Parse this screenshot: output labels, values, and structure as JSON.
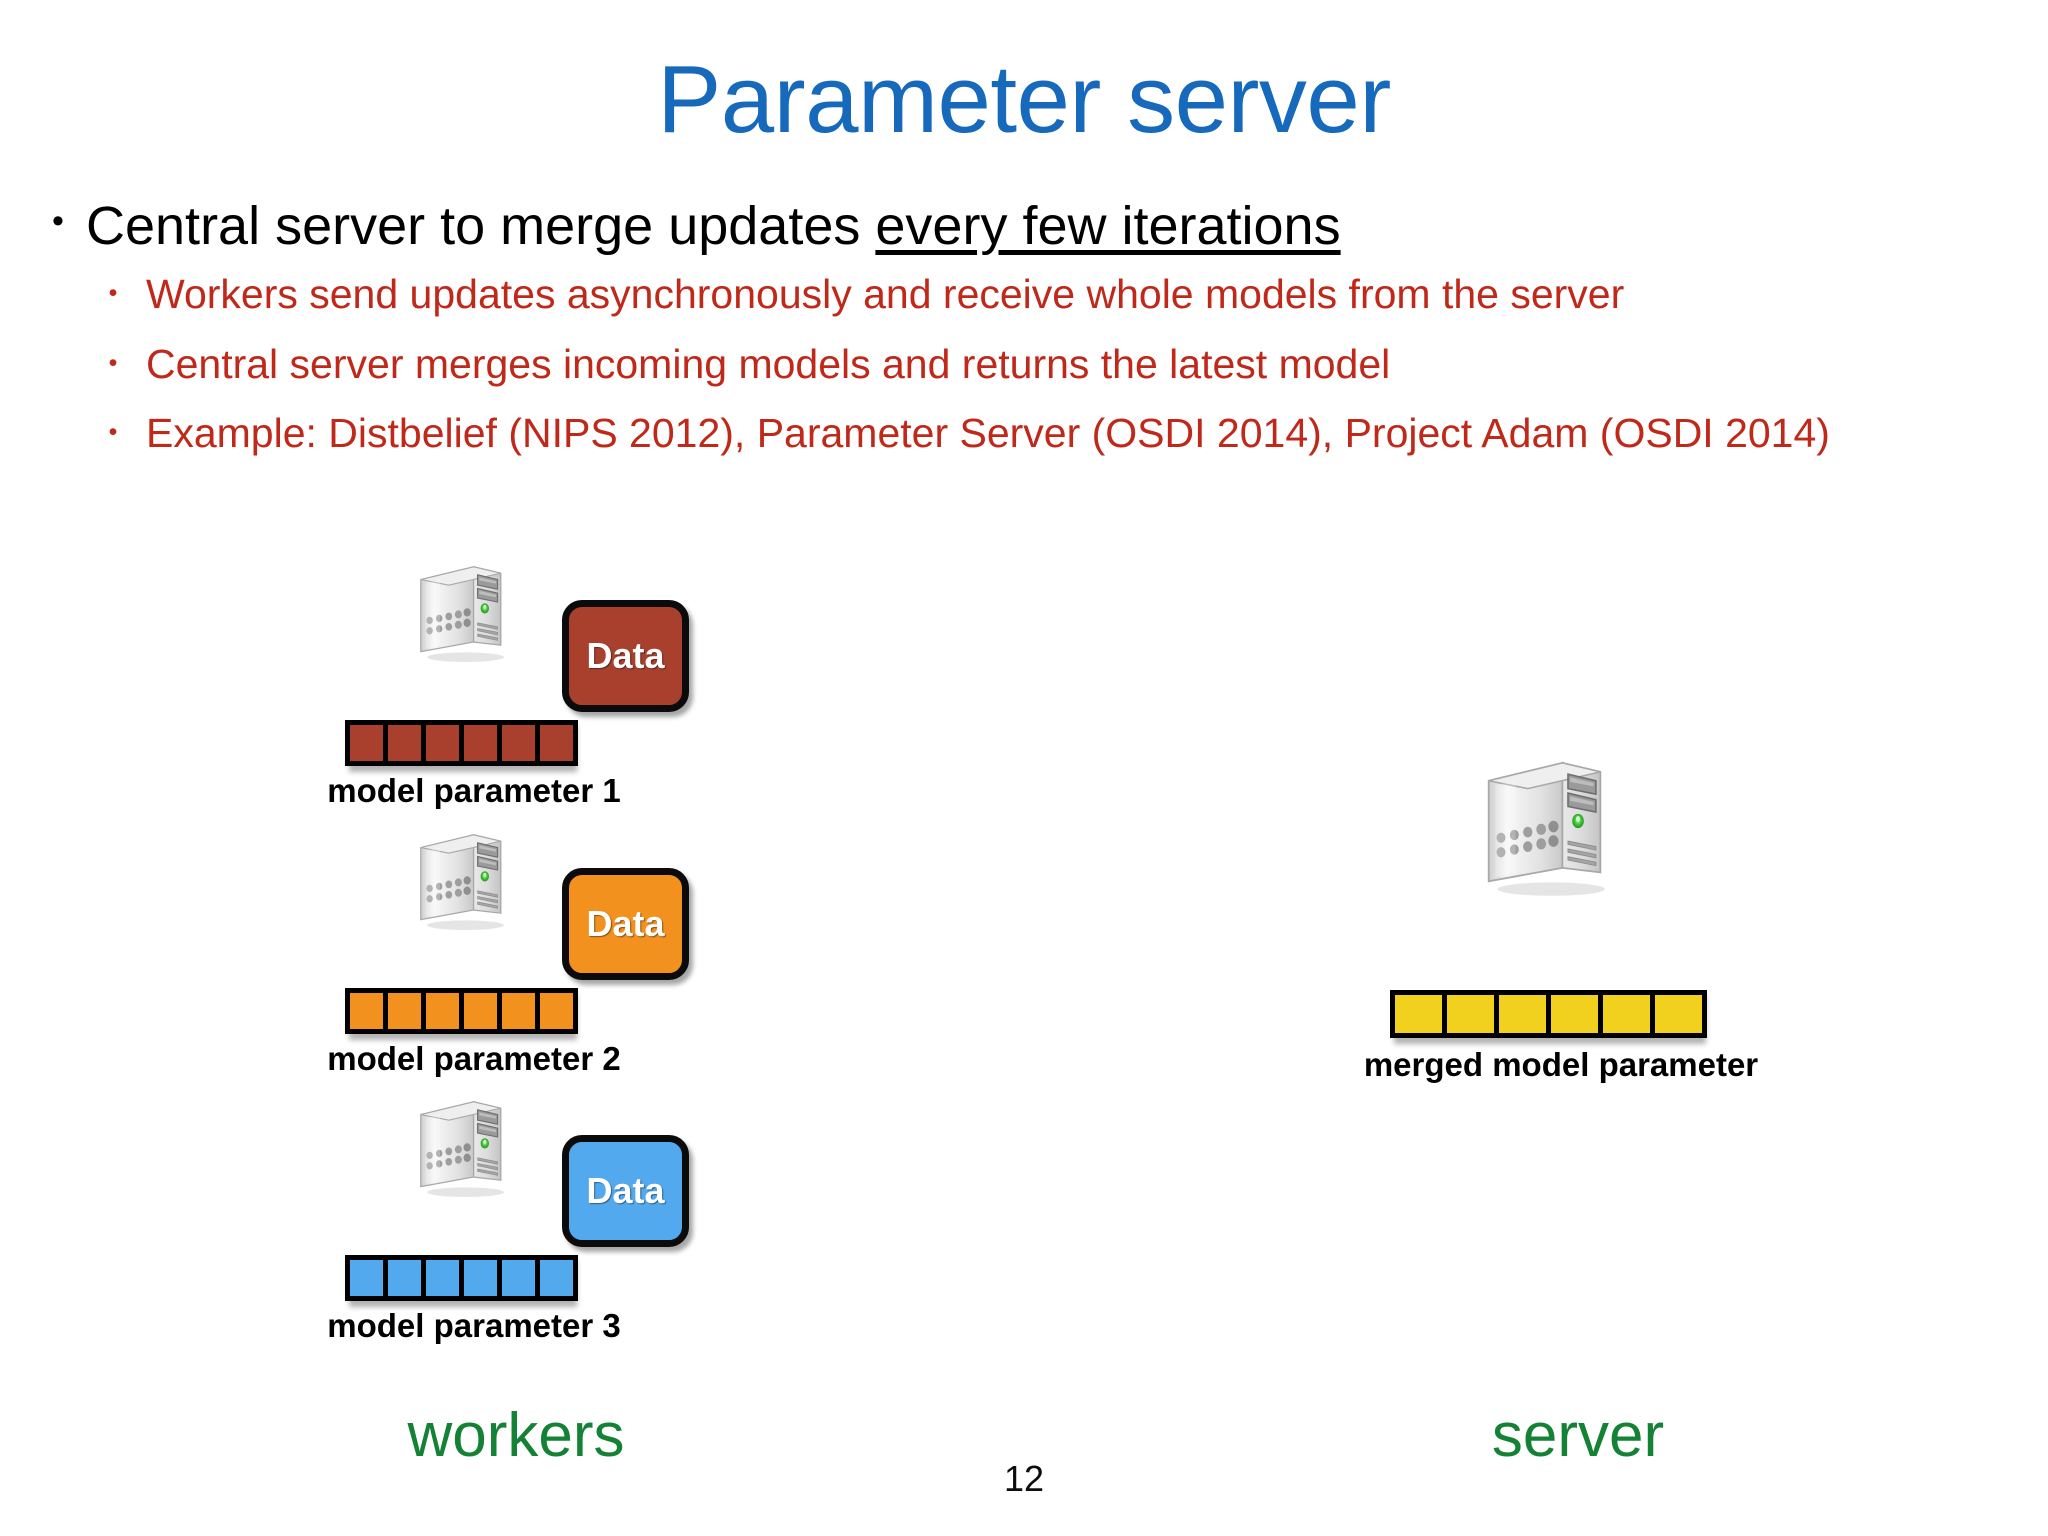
{
  "slide": {
    "title": "Parameter server",
    "page_number": "12",
    "title_color": "#1669BB",
    "subbullet_color": "#C0281A",
    "green_label_color": "#148235"
  },
  "bullets": {
    "main": {
      "marker": "•",
      "text_plain": "Central server to merge updates ",
      "text_underlined": "every few iterations"
    },
    "sub": [
      {
        "marker": "•",
        "text": "Workers send updates asynchronously and receive whole models from the server"
      },
      {
        "marker": "•",
        "text": "Central server merges incoming models and returns the latest model"
      },
      {
        "marker": "•",
        "text": "Example: Distbelief (NIPS 2012), Parameter Server (OSDI 2014), Project Adam (OSDI 2014)"
      }
    ]
  },
  "diagram": {
    "workers_label": "workers",
    "server_label": "server",
    "data_box_label": "Data",
    "workers": [
      {
        "id": "worker-1",
        "color": "#A9402E",
        "param_label": "model parameter 1",
        "cells": 6,
        "data_label": "Data"
      },
      {
        "id": "worker-2",
        "color": "#F2911E",
        "param_label": "model parameter 2",
        "cells": 6,
        "data_label": "Data"
      },
      {
        "id": "worker-3",
        "color": "#53A9EE",
        "param_label": "model parameter 3",
        "cells": 6,
        "data_label": "Data"
      }
    ],
    "server": {
      "id": "server-1",
      "color": "#F2D01E",
      "param_label": "merged model parameter",
      "cells": 6
    }
  }
}
